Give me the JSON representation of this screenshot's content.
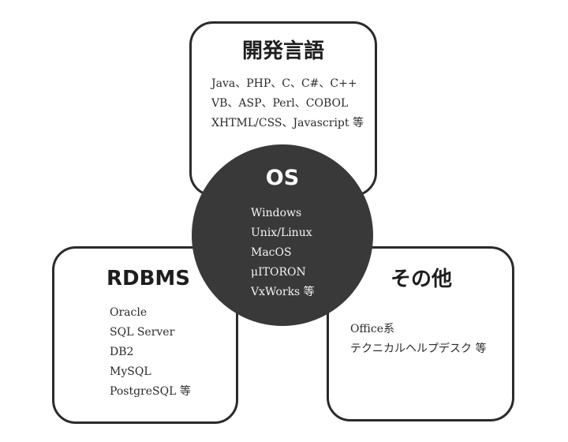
{
  "dev": {
    "title": "開発言語",
    "items": [
      "Java、PHP、C、C#、C++",
      "VB、ASP、Perl、COBOL",
      "XHTML/CSS、Javascript 等"
    ]
  },
  "rdbms": {
    "title": "RDBMS",
    "items": [
      "Oracle",
      "SQL Server",
      "DB2",
      "MySQL",
      "PostgreSQL 等"
    ]
  },
  "other": {
    "title": "その他",
    "items": [
      "Office系",
      "テクニカルヘルプデスク 等"
    ]
  },
  "os": {
    "title": "OS",
    "items": [
      "Windows",
      "Unix/Linux",
      "MacOS",
      "μITORON",
      "VxWorks 等"
    ]
  }
}
